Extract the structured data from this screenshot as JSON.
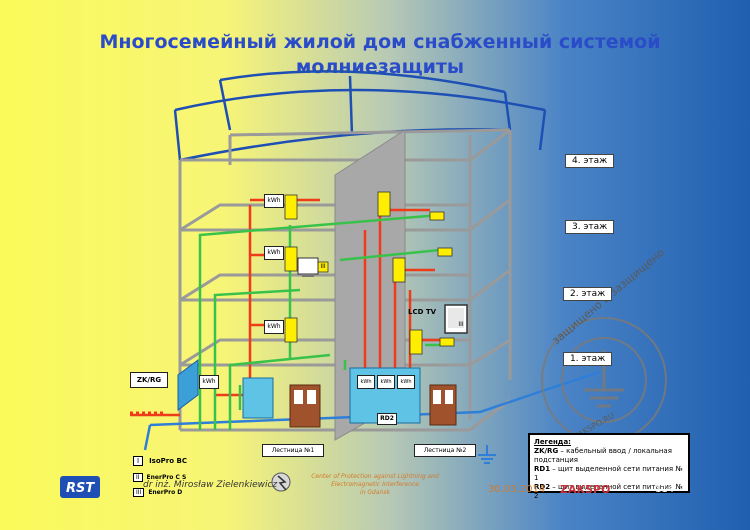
{
  "title_line1": "Многосемейный жилой дом снабженный системой",
  "title_line2": "молниезащиты",
  "floors": [
    "4. этаж",
    "3. этаж",
    "2. этаж",
    "1. этаж"
  ],
  "meters": [
    "kWh",
    "kWh",
    "kWh",
    "kWh",
    "kWh",
    "kWh",
    "kWh"
  ],
  "lcd_label": "LCD TV",
  "zkrg_label": "ZK/RG",
  "rd2_label": "RD2",
  "stair1": "Лестница №1",
  "stair2": "Лестница №2",
  "tv_badges": [
    "III",
    "III"
  ],
  "legend": {
    "heading": "Легенда:",
    "line1_key": "ZK/RG",
    "line1_text": " – кабельный ввод / локальная подстанция",
    "line2_key": "RD1",
    "line2_text": " – щит выделенной сети питания № 1",
    "line3_key": "RD2",
    "line3_text": " – щит выделенной сети питания № 2"
  },
  "key_items": [
    {
      "code": "I",
      "label": "IsoPro BC"
    },
    {
      "code": "II",
      "label": "EnerPro C S"
    },
    {
      "code": "III",
      "label": "EnerPro D"
    }
  ],
  "author": "dr inż. Mirosław Zielenkiewicz",
  "center_text": [
    "Center of Protection against Lightning and",
    "Electromagnetic Interference",
    "in Gdańsk"
  ],
  "date": "30.03.2014",
  "brand": "ZAKSPO",
  "page_number": "114",
  "logo_text": "RST",
  "stamp_text": "защищено и зазщищено",
  "stamp_inner": "ZAKSPO.RU",
  "colors": {
    "title": "#2a4cc9",
    "power": "#ee3b1a",
    "signal": "#39c24a",
    "ground": "#2f7fd8",
    "device": "#ffee00",
    "frame": "#9a9a9a",
    "roof": "#1e4fb4"
  }
}
